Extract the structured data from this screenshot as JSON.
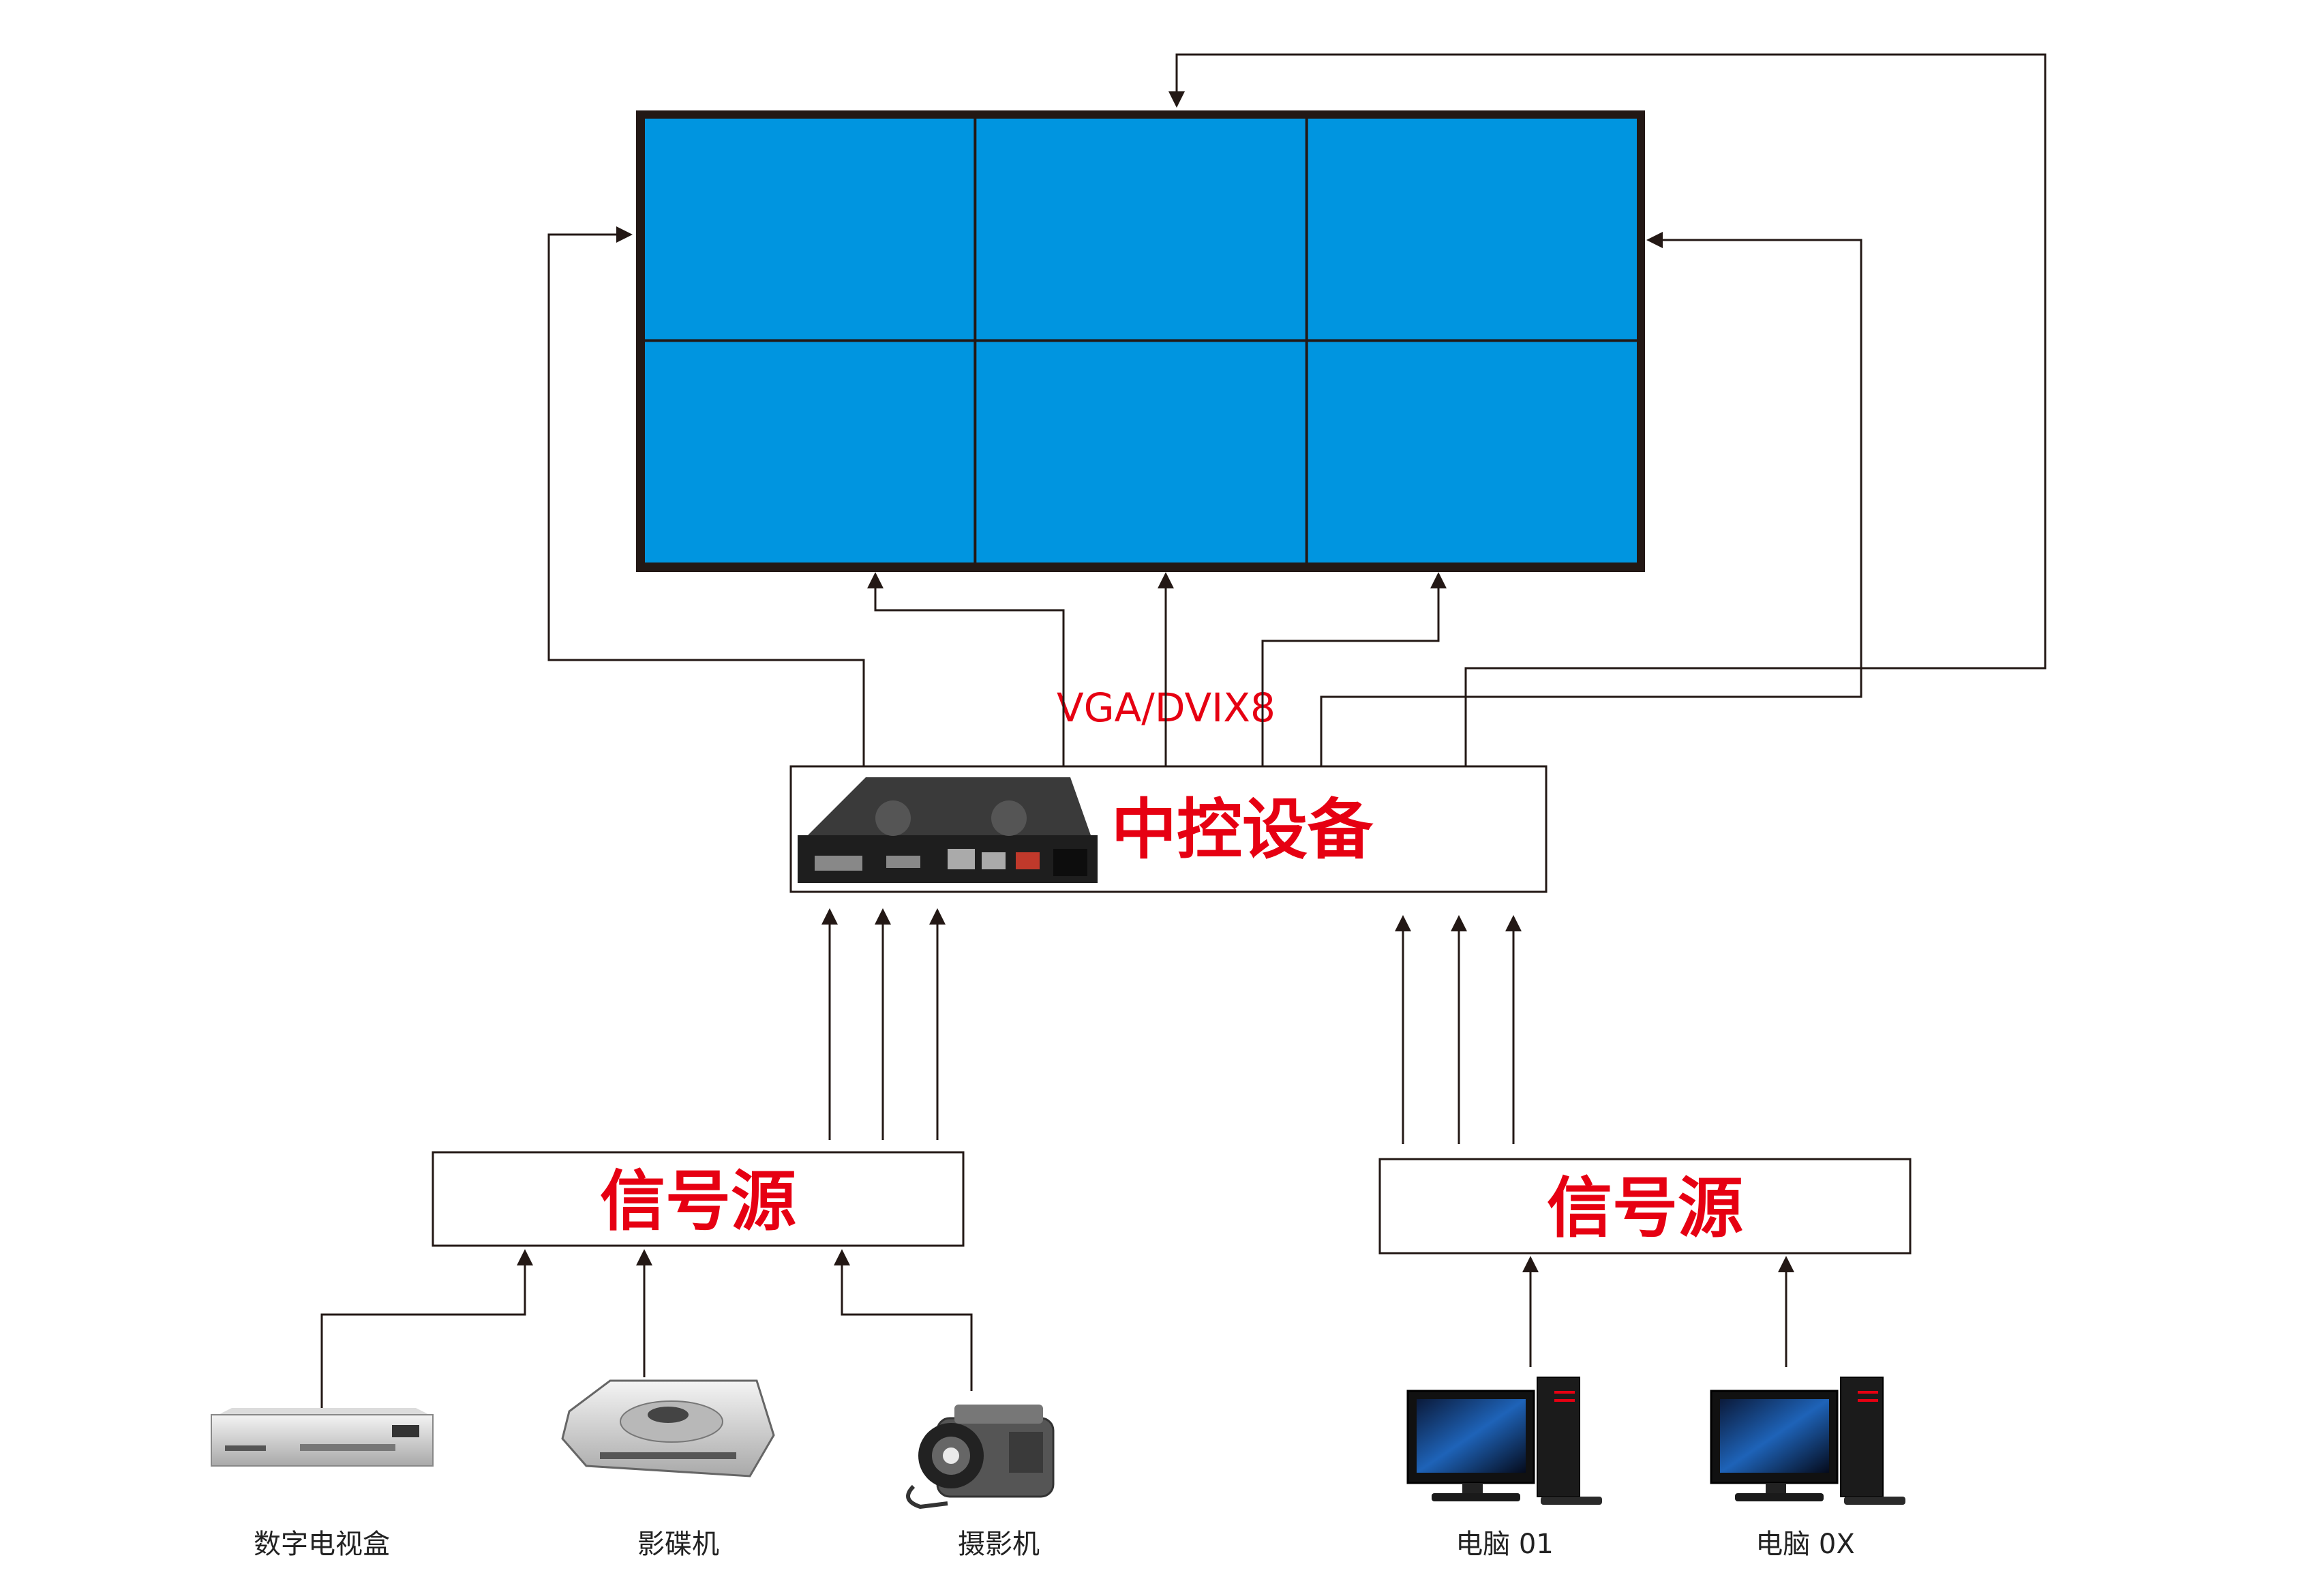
{
  "colors": {
    "screen_fill": "#0095e0",
    "wall_frame": "#231815",
    "line": "#231815",
    "accent_red": "#e60012"
  },
  "video_wall": {
    "rows": 2,
    "cols": 3
  },
  "controller": {
    "label": "中控设备",
    "output_label": "VGA/DVIX8",
    "icon": "controller-box-icon"
  },
  "signal_sources": [
    {
      "label": "信号源"
    },
    {
      "label": "信号源"
    }
  ],
  "devices": [
    {
      "label": "数字电视盒",
      "icon": "set-top-box-icon"
    },
    {
      "label": "影碟机",
      "icon": "dvd-player-icon"
    },
    {
      "label": "摄影机",
      "icon": "camcorder-icon"
    },
    {
      "label": "电脑 01",
      "icon": "desktop-computer-icon"
    },
    {
      "label": "电脑 0X",
      "icon": "desktop-computer-icon"
    }
  ]
}
